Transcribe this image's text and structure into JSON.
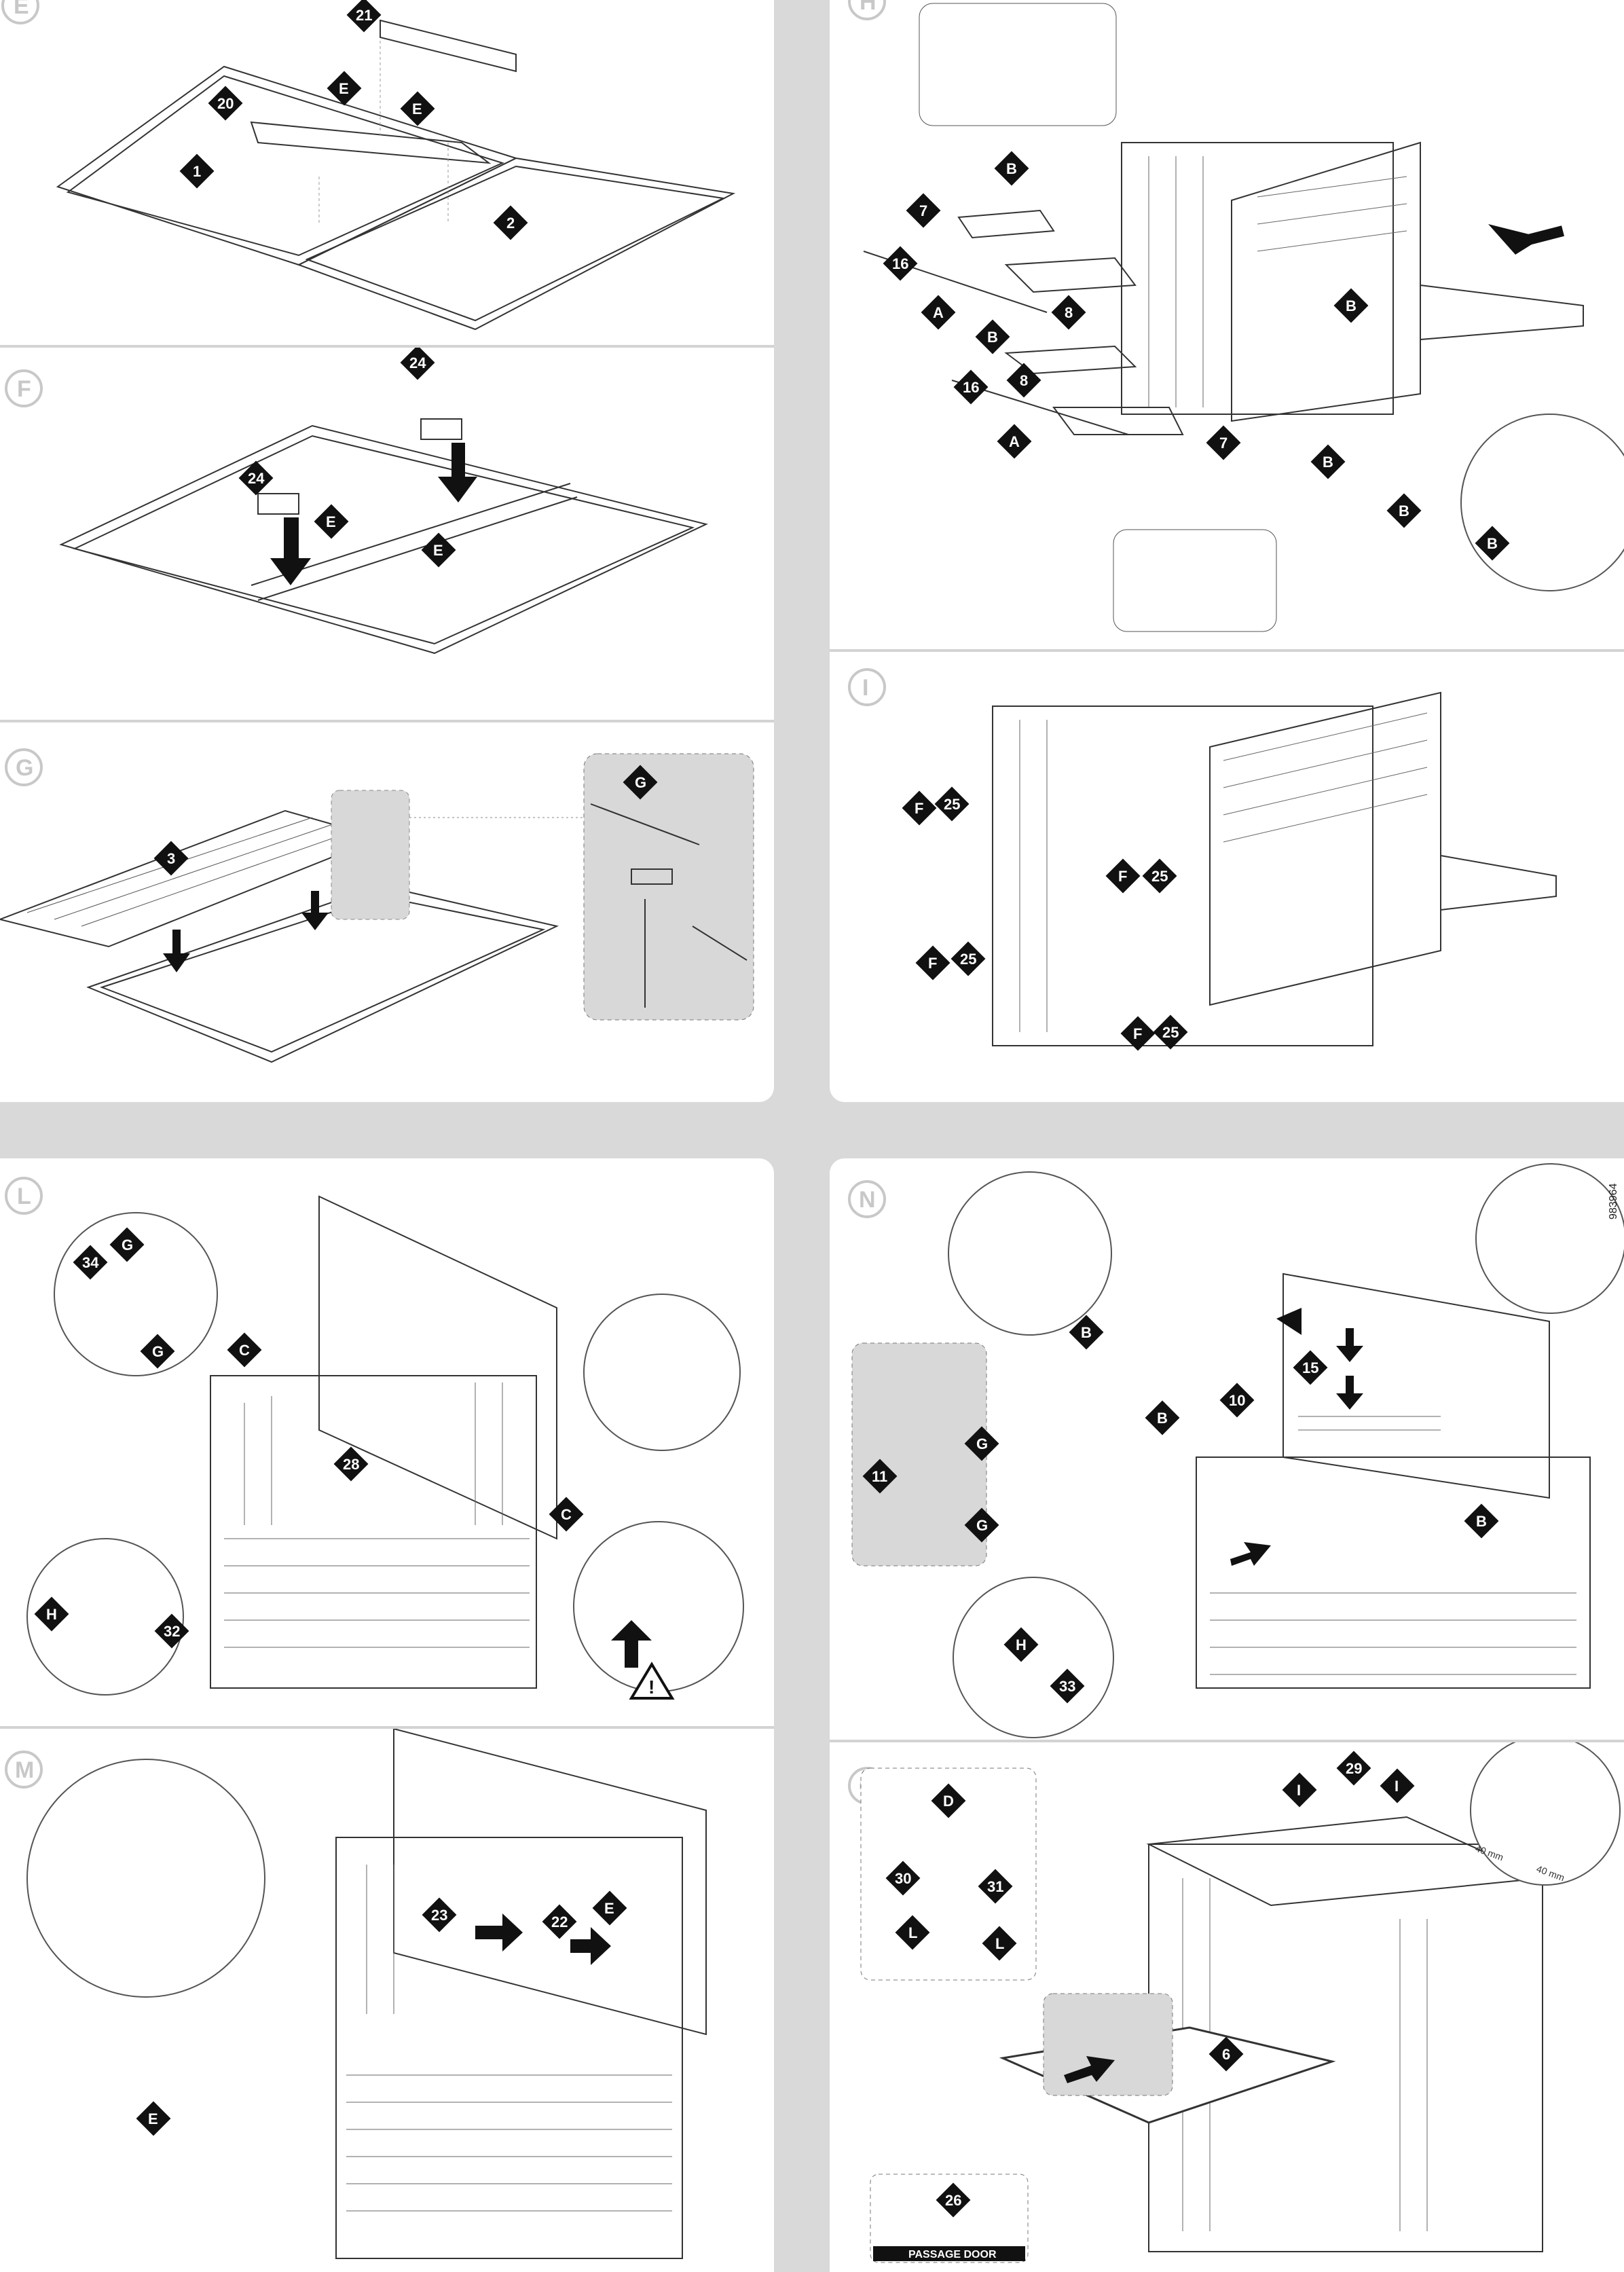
{
  "steps": {
    "E": {
      "label": "E",
      "callouts": [
        "21",
        "20",
        "E",
        "E",
        "1",
        "2"
      ]
    },
    "F": {
      "label": "F",
      "callouts": [
        "24",
        "24",
        "E",
        "E"
      ]
    },
    "G": {
      "label": "G",
      "callouts": [
        "3",
        "G"
      ]
    },
    "H": {
      "label": "H",
      "callouts": [
        "B",
        "7",
        "16",
        "A",
        "8",
        "B",
        "8",
        "16",
        "A",
        "7",
        "B",
        "B",
        "B",
        "B"
      ]
    },
    "I": {
      "label": "I",
      "callouts": [
        "F",
        "25",
        "F",
        "25",
        "F",
        "25",
        "F",
        "25"
      ]
    },
    "L": {
      "label": "L",
      "callouts": [
        "34",
        "G",
        "G",
        "C",
        "28",
        "C",
        "H",
        "32"
      ]
    },
    "M": {
      "label": "M",
      "callouts": [
        "23",
        "22",
        "E",
        "E"
      ]
    },
    "N": {
      "label": "N",
      "callouts": [
        "B",
        "15",
        "10",
        "B",
        "11",
        "G",
        "G",
        "B",
        "H",
        "33"
      ]
    },
    "O": {
      "label": "O",
      "callouts": [
        "D",
        "30",
        "31",
        "L",
        "L",
        "6",
        "26",
        "29",
        "I",
        "I"
      ]
    }
  },
  "passage_door_label": "PASSAGE DOOR",
  "dimension_a": "40 mm",
  "dimension_b": "40 mm",
  "part_code": "983964",
  "colors": {
    "callout_fill": "#111111",
    "panel": "#ffffff",
    "background": "#d9d9d9",
    "line": "#333333"
  }
}
